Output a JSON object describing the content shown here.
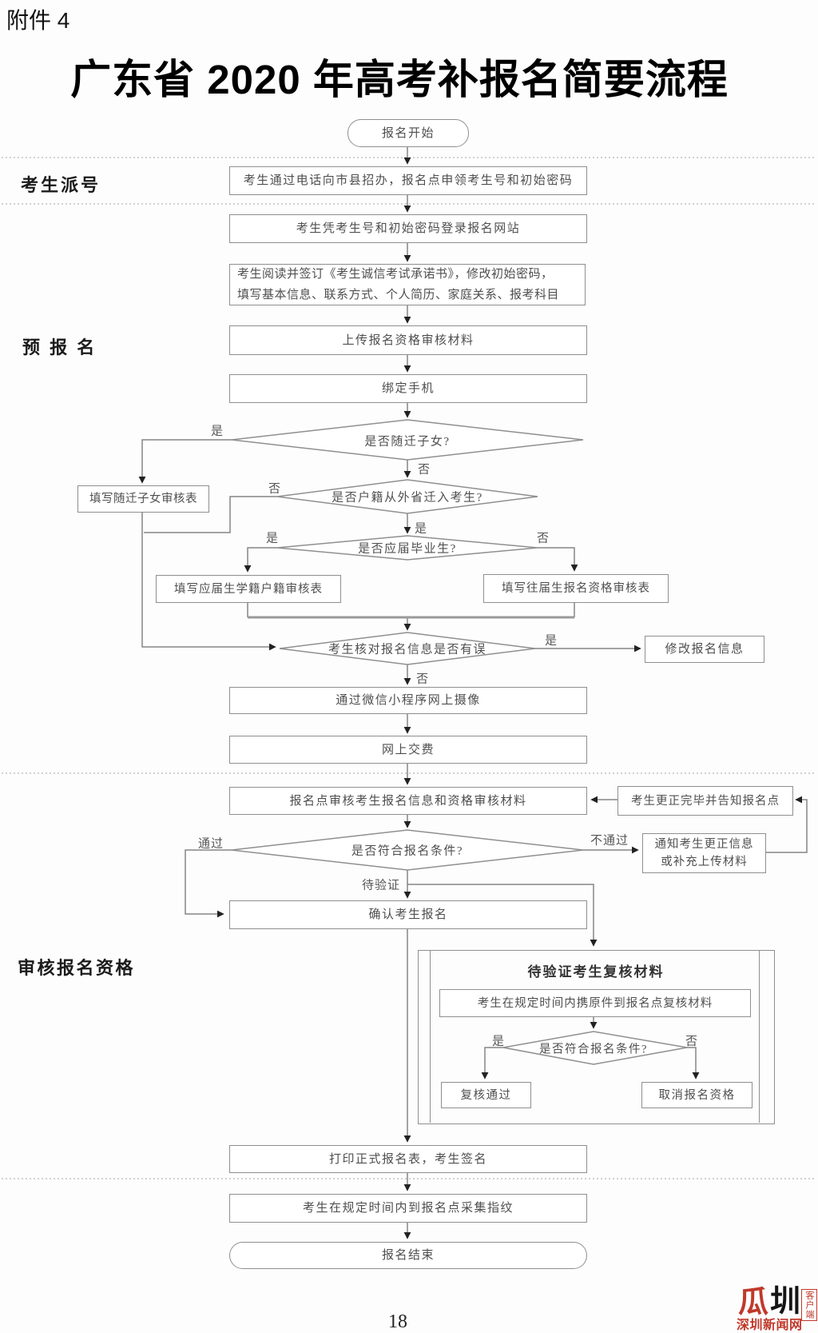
{
  "page": {
    "attachment": "附件 4",
    "title": "广东省 2020 年高考补报名简要流程",
    "page_number": "18"
  },
  "sections": {
    "dispatch": "考生派号",
    "preregister": "预 报 名",
    "review": "审核报名资格"
  },
  "flow": {
    "start": "报名开始",
    "get_number": "考生通过电话向市县招办，报名点申领考生号和初始密码",
    "login": "考生凭考生号和初始密码登录报名网站",
    "read_sign": "考生阅读并签订《考生诚信考试承诺书》，修改初始密码，\n填写基本信息、联系方式、个人简历、家庭关系、报考科目",
    "upload_materials": "上传报名资格审核材料",
    "bind_phone": "绑定手机",
    "q_migrant_children": "是否随迁子女?",
    "form_migrant": "填写随迁子女审核表",
    "q_hukou_moved": "是否户籍从外省迁入考生?",
    "q_current_graduate": "是否应届毕业生?",
    "form_current_student": "填写应届生学籍户籍审核表",
    "form_former_student": "填写往届生报名资格审核表",
    "q_info_check": "考生核对报名信息是否有误",
    "modify_info": "修改报名信息",
    "wechat_photo": "通过微信小程序网上摄像",
    "pay_online": "网上交费",
    "site_review": "报名点审核考生报名信息和资格审核材料",
    "corrected_notice": "考生更正完毕并告知报名点",
    "q_meet_requirements": "是否符合报名条件?",
    "notify_correction": "通知考生更正信息\n或补充上传材料",
    "confirm_registration": "确认考生报名",
    "recheck_group_title": "待验证考生复核材料",
    "recheck_bring_originals": "考生在规定时间内携原件到报名点复核材料",
    "q_meet_requirements_2": "是否符合报名条件?",
    "recheck_pass": "复核通过",
    "cancel_qualification": "取消报名资格",
    "print_and_sign": "打印正式报名表，考生签名",
    "collect_fingerprint": "考生在规定时间内到报名点采集指纹",
    "end": "报名结束"
  },
  "edge_labels": {
    "yes": "是",
    "no": "否",
    "pass": "通过",
    "fail": "不通过",
    "pending_verify": "待验证"
  },
  "footer_logo": {
    "client_vertical": "客户端",
    "site_name": "深圳新闻网"
  }
}
